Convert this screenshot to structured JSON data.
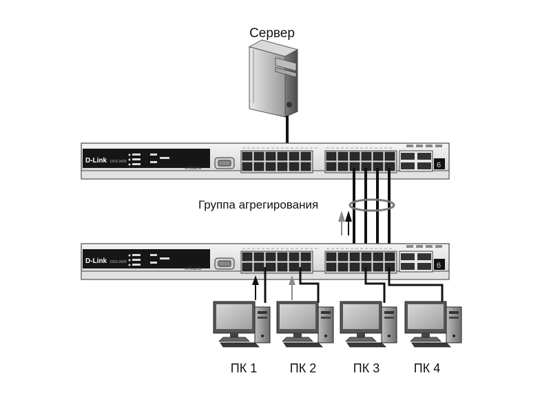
{
  "server": {
    "label": "Сервер"
  },
  "aggregation": {
    "label": "Группа агрегирования"
  },
  "switches": [
    {
      "brand": "D-Link",
      "series": "xStack",
      "port_count": 24,
      "combo_ports": 4,
      "display": "6"
    },
    {
      "brand": "D-Link",
      "series": "xStack",
      "port_count": 24,
      "combo_ports": 4,
      "display": "6"
    }
  ],
  "computers": [
    {
      "label": "ПК 1"
    },
    {
      "label": "ПК 2"
    },
    {
      "label": "ПК 3"
    },
    {
      "label": "ПК 4"
    }
  ],
  "colors": {
    "cable": "#111111",
    "device_body": "#c8c8c8",
    "device_dark": "#1a1a1a",
    "arrow_grey": "#8a8a8a"
  }
}
